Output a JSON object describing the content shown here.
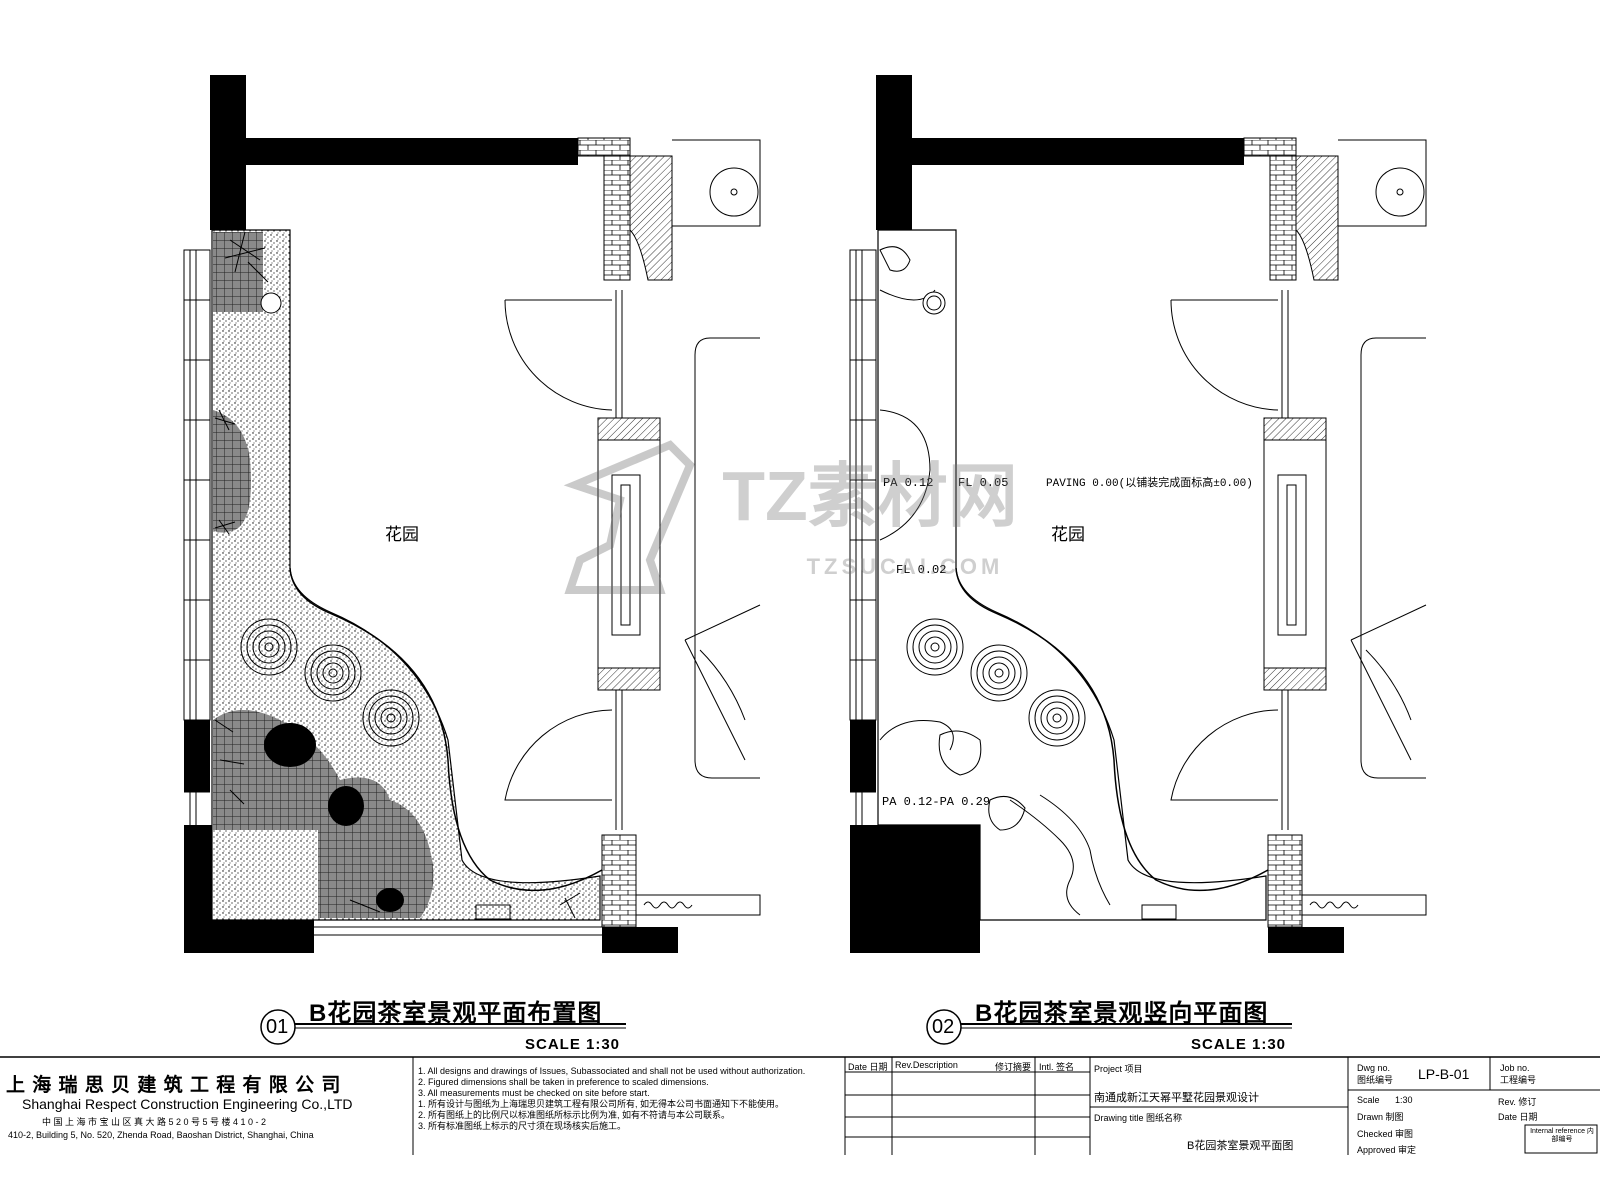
{
  "plan_left": {
    "room_label": "花园",
    "number": "01",
    "title": "B花园茶室景观平面布置图",
    "scale": "SCALE  1:30"
  },
  "plan_right": {
    "room_label": "花园",
    "number": "02",
    "title": "B花园茶室景观竖向平面图",
    "scale": "SCALE  1:30",
    "levels": {
      "pa_top": "PA 0.12",
      "fl_top": "FL 0.05",
      "paving": "PAVING 0.00(以铺装完成面标高±0.00)",
      "fl_mid": "FL 0.02",
      "pa_range": "PA 0.12-PA 0.29"
    }
  },
  "watermark": {
    "brand": "TZ素材网",
    "url": "TZSUCAI.COM"
  },
  "company": {
    "name_cn": "上 海 瑞 思 贝 建 筑 工 程 有 限 公 司",
    "name_en": "Shanghai Respect Construction Engineering Co.,LTD",
    "address_cn": "中 国 上 海 市 宝 山 区 真 大 路 5 2 0 号 5 号 楼 4 1 0 - 2",
    "address_en": "410-2, Building 5, No. 520, Zhenda Road, Baoshan District, Shanghai, China"
  },
  "notes": [
    "1. All designs and drawings of Issues, Subassociated and shall not be used without authorization.",
    "2. Figured dimensions shall be taken in preference to scaled dimensions.",
    "3. All measurements must be checked on site before start.",
    "1. 所有设计与图纸为上海瑞思贝建筑工程有限公司所有, 如无得本公司书面通知下不能使用。",
    "2. 所有图纸上的比例尺以标准图纸所标示比例为准, 如有不符请与本公司联系。",
    "3. 所有标准图纸上标示的尺寸须在现场核实后施工。"
  ],
  "revision_table": {
    "date": "Date 日期",
    "rev_description": "Rev.Description",
    "rev_cn": "修订摘要",
    "initial": "Intl. 签名"
  },
  "project": {
    "label": "Project 项目",
    "name": "南通成新江天幂平墅花园景观设计",
    "drawing_title_label": "Drawing title 图纸名称",
    "drawing_title": "B花园茶室景观平面图"
  },
  "drawing_info": {
    "dwg_no_label": "Dwg no. 图纸编号",
    "dwg_no": "LP-B-01",
    "job_no_label": "Job no. 工程编号",
    "scale_label": "Scale",
    "scale_value": "1:30",
    "rev_label": "Rev. 修订",
    "drawn_label": "Drawn 制图",
    "date_label": "Date 日期",
    "checked_label": "Checked 审图",
    "approved_label": "Approved 审定",
    "stamp": "Internal reference 内部编号"
  }
}
